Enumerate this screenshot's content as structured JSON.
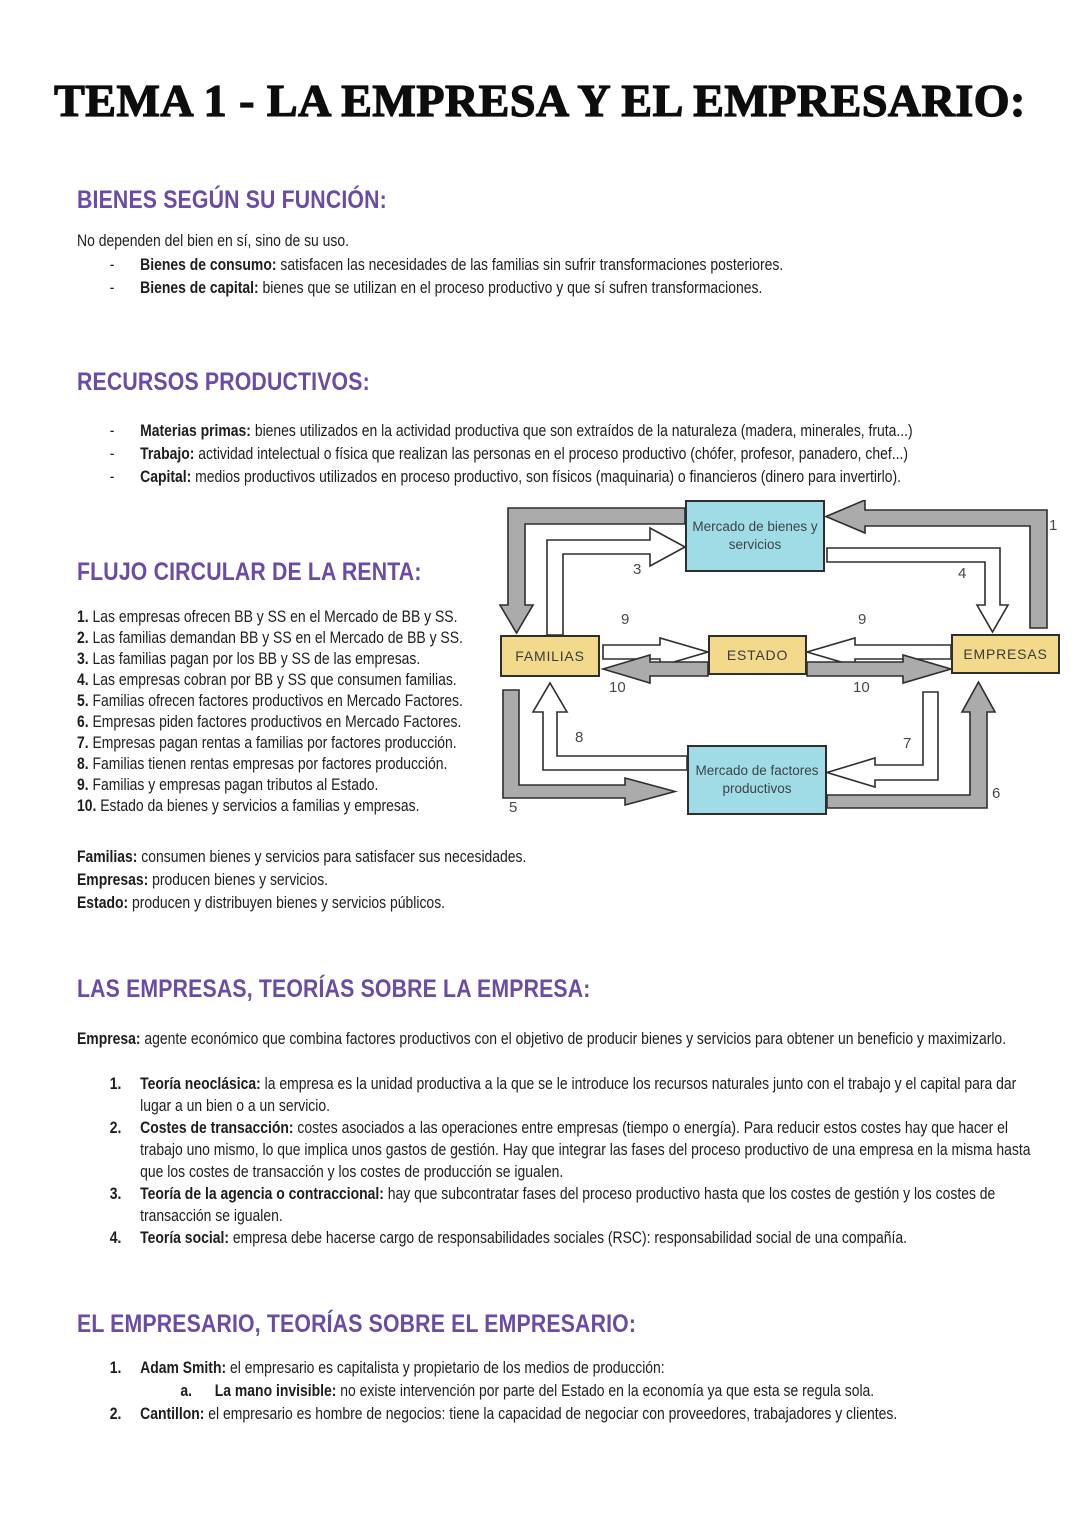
{
  "title": "TEMA 1 - LA EMPRESA Y EL EMPRESARIO:",
  "bullet_glyph": "-",
  "colors": {
    "heading_purple": "#6a4ba6",
    "market_cyan": "#a0dce6",
    "agent_yellow": "#f3d98c",
    "arrow_gray": "#ababab",
    "arrow_white": "#ffffff",
    "outline_dark": "#2e2e2e"
  },
  "sections": {
    "bienes": {
      "heading": "BIENES SEGÚN SU FUNCIÓN:",
      "intro": "No dependen del bien en sí, sino de su uso.",
      "items": [
        {
          "lead": "Bienes de consumo:",
          "text": " satisfacen las necesidades de las familias sin sufrir transformaciones posteriores."
        },
        {
          "lead": "Bienes de capital:",
          "text": " bienes que se utilizan en el proceso productivo y que sí sufren transformaciones."
        }
      ]
    },
    "recursos": {
      "heading": "RECURSOS PRODUCTIVOS:",
      "items": [
        {
          "lead": "Materias primas:",
          "text": " bienes utilizados en la actividad productiva que son extraídos de la naturaleza (madera, minerales, fruta...)"
        },
        {
          "lead": "Trabajo:",
          "text": " actividad intelectual o física que realizan las personas en el proceso productivo (chófer, profesor, panadero, chef...)"
        },
        {
          "lead": "Capital:",
          "text": " medios productivos utilizados en proceso productivo, son físicos (maquinaria) o financieros (dinero para invertirlo)."
        }
      ]
    },
    "flujo": {
      "heading": "FLUJO CIRCULAR DE LA RENTA:",
      "steps": [
        {
          "num": "1.",
          "text": " Las empresas ofrecen BB y SS en el Mercado de BB y SS."
        },
        {
          "num": "2.",
          "text": " Las familias demandan BB y SS en el Mercado de BB y SS."
        },
        {
          "num": "3.",
          "text": " Las familias pagan por los BB y SS de las empresas."
        },
        {
          "num": "4.",
          "text": " Las empresas cobran por BB y SS que consumen familias."
        },
        {
          "num": "5.",
          "text": " Familias ofrecen factores productivos en Mercado Factores."
        },
        {
          "num": "6.",
          "text": " Empresas piden factores productivos en Mercado Factores."
        },
        {
          "num": "7.",
          "text": " Empresas pagan rentas a familias por factores producción."
        },
        {
          "num": "8.",
          "text": " Familias tienen rentas empresas por factores producción."
        },
        {
          "num": "9.",
          "text": " Familias y empresas pagan tributos al Estado."
        },
        {
          "num": "10.",
          "text": " Estado da bienes y servicios a familias y empresas."
        }
      ],
      "roles": [
        {
          "lead": "Familias:",
          "text": " consumen bienes y servicios para satisfacer sus necesidades."
        },
        {
          "lead": "Empresas:",
          "text": " producen bienes y servicios."
        },
        {
          "lead": "Estado:",
          "text": " producen y distribuyen bienes y servicios públicos."
        }
      ]
    },
    "empresas": {
      "heading": "LAS EMPRESAS, TEORÍAS SOBRE LA EMPRESA:",
      "intro_lead": "Empresa:",
      "intro_text": " agente económico que combina factores productivos con el objetivo de producir bienes y servicios para obtener un beneficio y maximizarlo.",
      "items": [
        {
          "num": "1.",
          "lead": "Teoría neoclásica:",
          "text": " la empresa es la unidad productiva a la que se le introduce los recursos naturales junto con el trabajo y el capital para dar lugar a un bien o a un servicio."
        },
        {
          "num": "2.",
          "lead": "Costes de transacción:",
          "text": " costes asociados a las operaciones entre empresas (tiempo o energía). Para reducir estos costes hay que hacer el trabajo uno mismo, lo que implica unos gastos de gestión. Hay que integrar las fases del proceso productivo de una empresa en la misma hasta que los costes de transacción y los costes de producción se igualen."
        },
        {
          "num": "3.",
          "lead": "Teoría de la agencia o contraccional:",
          "text": " hay que subcontratar fases del proceso productivo hasta que los costes de gestión y los costes de transacción se igualen."
        },
        {
          "num": "4.",
          "lead": "Teoría social:",
          "text": " empresa debe hacerse cargo de responsabilidades sociales (RSC): responsabilidad social de una compañía."
        }
      ]
    },
    "empresario": {
      "heading": "EL EMPRESARIO, TEORÍAS SOBRE EL EMPRESARIO:",
      "items": [
        {
          "num": "1.",
          "lead": "Adam Smith:",
          "text": " el empresario es capitalista y propietario de los medios de producción:",
          "sub": false
        },
        {
          "num": "a.",
          "lead": "La mano invisible:",
          "text": " no existe intervención por parte del Estado en la economía ya que esta se regula sola.",
          "sub": true
        },
        {
          "num": "2.",
          "lead": "Cantillon:",
          "text": " el empresario es hombre de negocios: tiene la capacidad de negociar con proveedores, trabajadores y clientes.",
          "sub": false
        }
      ]
    }
  },
  "diagram": {
    "nodes": {
      "mercado_bienes": "Mercado de bienes y servicios",
      "familias": "FAMILIAS",
      "estado": "ESTADO",
      "empresas": "EMPRESAS",
      "mercado_factores": "Mercado de factores productivos"
    },
    "flow_labels": {
      "n1": "1",
      "n3": "3",
      "n4": "4",
      "n5": "5",
      "n6": "6",
      "n7": "7",
      "n8": "8",
      "n9_left": "9",
      "n9_right": "9",
      "n10_left": "10",
      "n10_right": "10"
    }
  }
}
